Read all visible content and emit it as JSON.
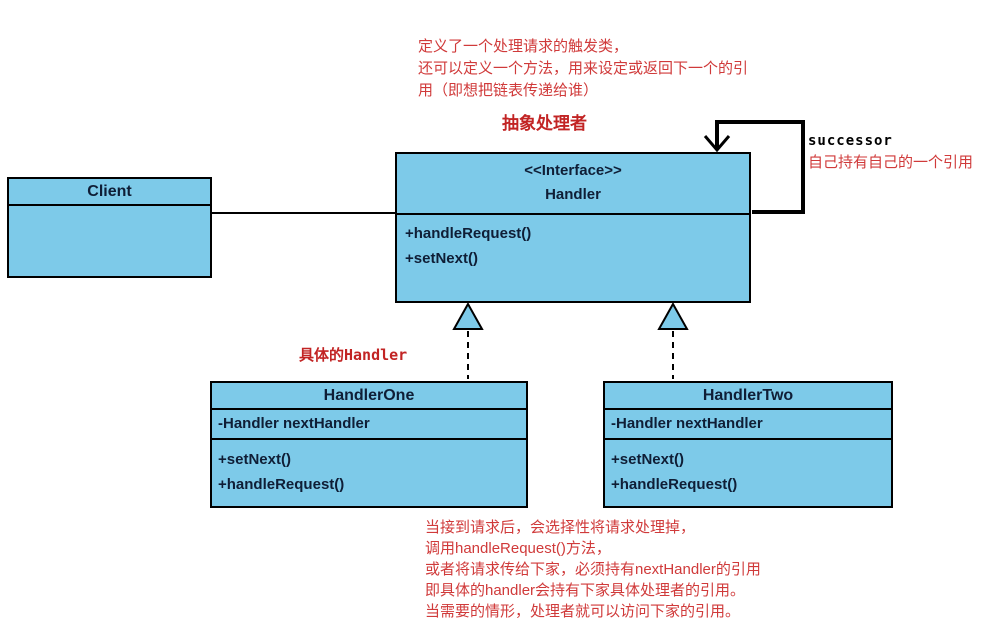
{
  "diagram": {
    "type": "uml-class-diagram",
    "pattern": "Chain of Responsibility",
    "colors": {
      "class_fill": "#7dcae9",
      "class_border": "#000000",
      "class_text": "#0f1e36",
      "annotation_red": "#d03a3a",
      "annotation_red_bold": "#c22424",
      "connector_black": "#000000"
    }
  },
  "classes": {
    "client": {
      "name": "Client"
    },
    "handler": {
      "stereotype": "<<Interface>>",
      "name": "Handler",
      "methods": [
        "+handleRequest()",
        "+setNext()"
      ]
    },
    "handler_one": {
      "name": "HandlerOne",
      "attributes": [
        "-Handler nextHandler"
      ],
      "methods": [
        "+setNext()",
        "+handleRequest()"
      ]
    },
    "handler_two": {
      "name": "HandlerTwo",
      "attributes": [
        "-Handler nextHandler"
      ],
      "methods": [
        "+setNext()",
        "+handleRequest()"
      ]
    }
  },
  "annotations": {
    "top_note": {
      "lines": [
        "定义了一个处理请求的触发类，",
        "还可以定义一个方法，用来设定或返回下一个的引",
        "用（即想把链表传递给谁）"
      ]
    },
    "abstract_handler_label": "抽象处理者",
    "successor_label": "successor",
    "self_reference_note": "自己持有自己的一个引用",
    "concrete_handler_label": "具体的Handler",
    "bottom_note": {
      "lines": [
        "当接到请求后，会选择性将请求处理掉，",
        "调用handleRequest()方法，",
        "或者将请求传给下家，必须持有nextHandler的引用",
        "即具体的handler会持有下家具体处理者的引用。",
        "当需要的情形，处理者就可以访问下家的引用。"
      ]
    }
  }
}
